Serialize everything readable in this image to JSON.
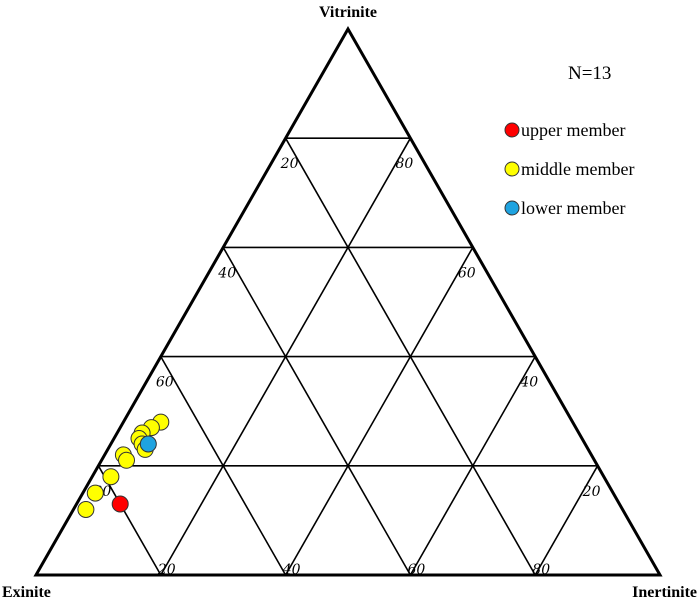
{
  "chart_data": {
    "type": "ternary-scatter",
    "vertices": {
      "top": "Vitrinite",
      "left": "Exinite",
      "right": "Inertinite"
    },
    "annotation": "N=13",
    "grid": true,
    "grid_step": 20,
    "ticks": {
      "left_edge": [
        "20",
        "40",
        "60",
        "80"
      ],
      "right_edge": [
        "80",
        "60",
        "40",
        "20"
      ],
      "bottom_edge": [
        "20",
        "40",
        "60",
        "80"
      ]
    },
    "legend_placement": "top-right",
    "series": [
      {
        "name": "upper member",
        "color": "#ff0000",
        "points": [
          {
            "vitrinite": 13,
            "exinite": 80,
            "inertinite": 7
          }
        ]
      },
      {
        "name": "middle member",
        "color": "#ffff00",
        "points": [
          {
            "vitrinite": 28,
            "exinite": 66,
            "inertinite": 6
          },
          {
            "vitrinite": 27,
            "exinite": 68,
            "inertinite": 5
          },
          {
            "vitrinite": 26,
            "exinite": 70,
            "inertinite": 4
          },
          {
            "vitrinite": 25,
            "exinite": 71,
            "inertinite": 4
          },
          {
            "vitrinite": 24,
            "exinite": 71,
            "inertinite": 5
          },
          {
            "vitrinite": 23,
            "exinite": 71,
            "inertinite": 6
          },
          {
            "vitrinite": 22,
            "exinite": 75,
            "inertinite": 3
          },
          {
            "vitrinite": 21,
            "exinite": 75,
            "inertinite": 4
          },
          {
            "vitrinite": 18,
            "exinite": 79,
            "inertinite": 3
          },
          {
            "vitrinite": 15,
            "exinite": 83,
            "inertinite": 2
          },
          {
            "vitrinite": 12,
            "exinite": 86,
            "inertinite": 2
          }
        ]
      },
      {
        "name": "lower member",
        "color": "#1fa3e0",
        "points": [
          {
            "vitrinite": 24,
            "exinite": 70,
            "inertinite": 6
          }
        ]
      }
    ]
  }
}
